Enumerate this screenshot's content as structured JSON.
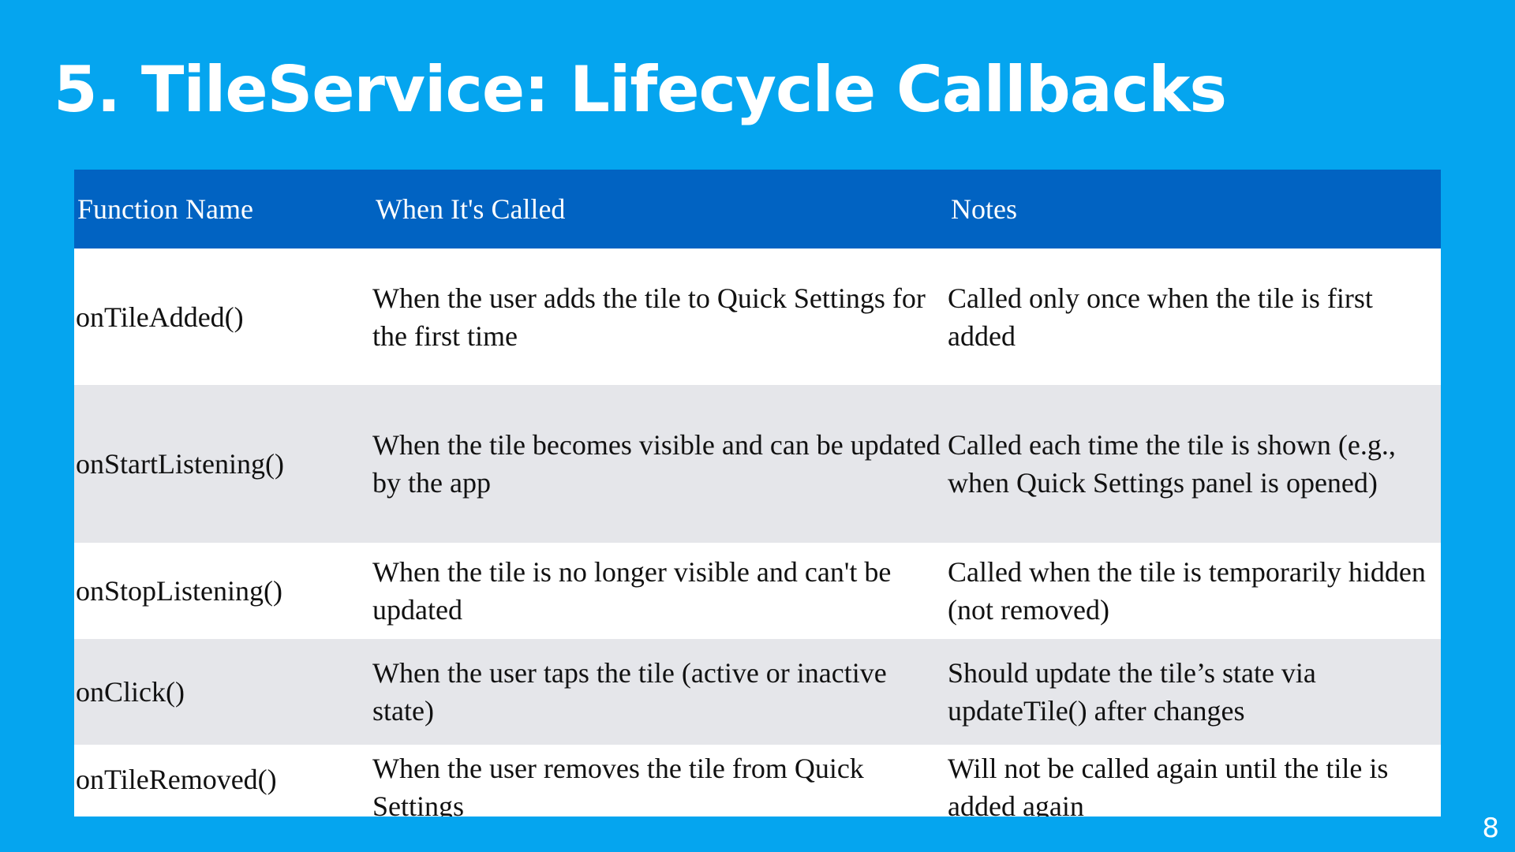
{
  "slide": {
    "title": "5. TileService: Lifecycle Callbacks",
    "page_number": "8"
  },
  "table": {
    "headers": [
      "Function Name",
      "When It's Called",
      "Notes"
    ],
    "rows": [
      {
        "function": "onTileAdded()",
        "when": "When the user adds the tile to Quick Settings for the first time",
        "notes": "Called only once when the tile is first added"
      },
      {
        "function": "onStartListening()",
        "when": "When the tile becomes visible and can be updated by the app",
        "notes": "Called each time the tile is shown (e.g., when Quick Settings panel is opened)"
      },
      {
        "function": "onStopListening()",
        "when": "When the tile is no longer visible and can't be updated",
        "notes": "Called when the tile is temporarily hidden (not removed)"
      },
      {
        "function": "onClick()",
        "when": "When the user taps the tile (active or inactive state)",
        "notes": "Should update the tile’s state via updateTile() after changes"
      },
      {
        "function": "onTileRemoved()",
        "when": "When the user removes the tile from Quick Settings",
        "notes": "Will not be called again until the tile is added again"
      }
    ]
  },
  "colors": {
    "background": "#05a5ef",
    "header_row": "#0163c2",
    "row_alt": "#e5e6ea",
    "row_plain": "#ffffff"
  }
}
